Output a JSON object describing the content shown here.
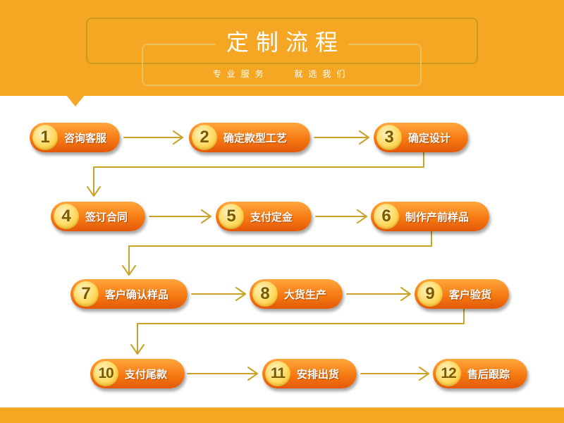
{
  "header": {
    "title": "定制流程",
    "subtitle": "专业服务 就选我们"
  },
  "steps": [
    {
      "number": "1",
      "label": "咨询客服"
    },
    {
      "number": "2",
      "label": "确定款型工艺"
    },
    {
      "number": "3",
      "label": "确定设计"
    },
    {
      "number": "4",
      "label": "签订合同"
    },
    {
      "number": "5",
      "label": "支付定金"
    },
    {
      "number": "6",
      "label": "制作产前样品"
    },
    {
      "number": "7",
      "label": "客户确认样品"
    },
    {
      "number": "8",
      "label": "大货生产"
    },
    {
      "number": "9",
      "label": "客户验货"
    },
    {
      "number": "10",
      "label": "支付尾款"
    },
    {
      "number": "11",
      "label": "安排出货"
    },
    {
      "number": "12",
      "label": "售后跟踪"
    }
  ],
  "colors": {
    "accent": "#f5a623",
    "pill_top": "#ffa63d",
    "pill_bottom": "#e3590a",
    "circle": "#ffd95e",
    "number_text": "#7a5a00",
    "connector": "#c9a227"
  }
}
